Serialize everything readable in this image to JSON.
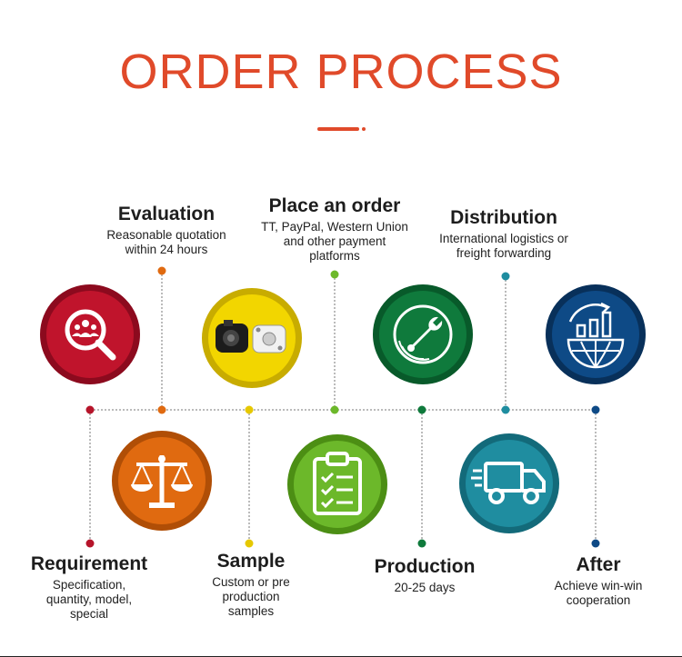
{
  "title": "ORDER PROCESS",
  "colors": {
    "accent": "#e04a2a",
    "requirement": "#b6142a",
    "evaluation": "#e06a10",
    "sample": "#e6c800",
    "place_order": "#6cb82a",
    "production": "#0f7a3c",
    "distribution": "#1f8da0",
    "after": "#0e4a86"
  },
  "steps": {
    "requirement": {
      "title": "Requirement",
      "desc": [
        "Specification,",
        "quantity, model,",
        "special"
      ],
      "icon": "search-people-icon"
    },
    "evaluation": {
      "title": "Evaluation",
      "desc": [
        "Reasonable quotation",
        "within 24 hours"
      ],
      "icon": "balance-scale-icon"
    },
    "sample": {
      "title": "Sample",
      "desc": [
        "Custom or pre",
        "production",
        "samples"
      ],
      "icon": "product-photo-icon"
    },
    "place_order": {
      "title": "Place an order",
      "desc": [
        "TT, PayPal, Western Union",
        "and other payment",
        "platforms"
      ],
      "icon": "clipboard-checklist-icon"
    },
    "production": {
      "title": "Production",
      "desc": [
        "20-25 days"
      ],
      "icon": "wrench-icon"
    },
    "distribution": {
      "title": "Distribution",
      "desc": [
        "International logistics or",
        "freight forwarding"
      ],
      "icon": "delivery-truck-icon"
    },
    "after": {
      "title": "After",
      "desc": [
        "Achieve win-win",
        "cooperation"
      ],
      "icon": "global-growth-icon"
    }
  }
}
